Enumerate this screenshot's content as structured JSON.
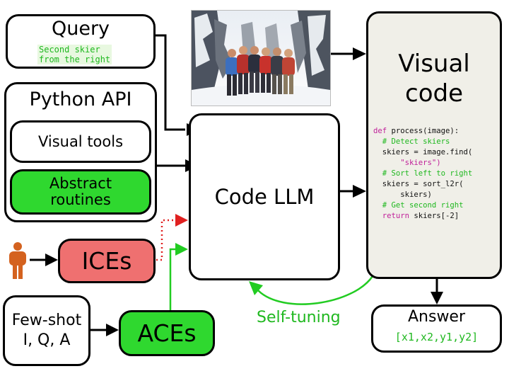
{
  "query": {
    "title": "Query",
    "text_line1": "Second skier",
    "text_line2": "from the right"
  },
  "python_api": {
    "title": "Python API",
    "visual_tools": "Visual tools",
    "abstract_line1": "Abstract",
    "abstract_line2": "routines"
  },
  "ices": {
    "label": "ICEs"
  },
  "few_shot": {
    "line1": "Few-shot",
    "line2": "I, Q, A"
  },
  "aces": {
    "label": "ACEs"
  },
  "code_llm": {
    "label": "Code LLM"
  },
  "visual_code": {
    "title_line1": "Visual",
    "title_line2": "code",
    "lines": [
      {
        "parts": [
          {
            "t": "def",
            "c": "kw"
          },
          {
            "t": " process(image):",
            "c": ""
          }
        ]
      },
      {
        "parts": [
          {
            "t": "  # Detect skiers",
            "c": "cm"
          }
        ]
      },
      {
        "parts": [
          {
            "t": "  skiers = image.find(",
            "c": ""
          }
        ]
      },
      {
        "parts": [
          {
            "t": "      \"skiers\")",
            "c": "str"
          }
        ]
      },
      {
        "parts": [
          {
            "t": "  # Sort left to right",
            "c": "cm"
          }
        ]
      },
      {
        "parts": [
          {
            "t": "  skiers = sort_l2r(",
            "c": ""
          }
        ]
      },
      {
        "parts": [
          {
            "t": "      skiers)",
            "c": ""
          }
        ]
      },
      {
        "parts": [
          {
            "t": "  # Get second right",
            "c": "cm"
          }
        ]
      },
      {
        "parts": [
          {
            "t": "  return",
            "c": "kw"
          },
          {
            "t": " skiers[-2]",
            "c": ""
          }
        ]
      }
    ]
  },
  "self_tuning": {
    "label": "Self-tuning"
  },
  "answer": {
    "title": "Answer",
    "value": "[x1,x2,y1,y2]"
  },
  "colors": {
    "green_fill": "#2fd82f",
    "green_text": "#1fb81f",
    "green_arrow": "#22cc22",
    "red_fill": "#ef7070",
    "red_arrow": "#e02020",
    "code_bg": "#f0efe8",
    "query_text_bg": "#e8f8e0",
    "person": "#d4621f"
  },
  "icons": {
    "person": "person-icon",
    "photo": "skiers-photo"
  }
}
